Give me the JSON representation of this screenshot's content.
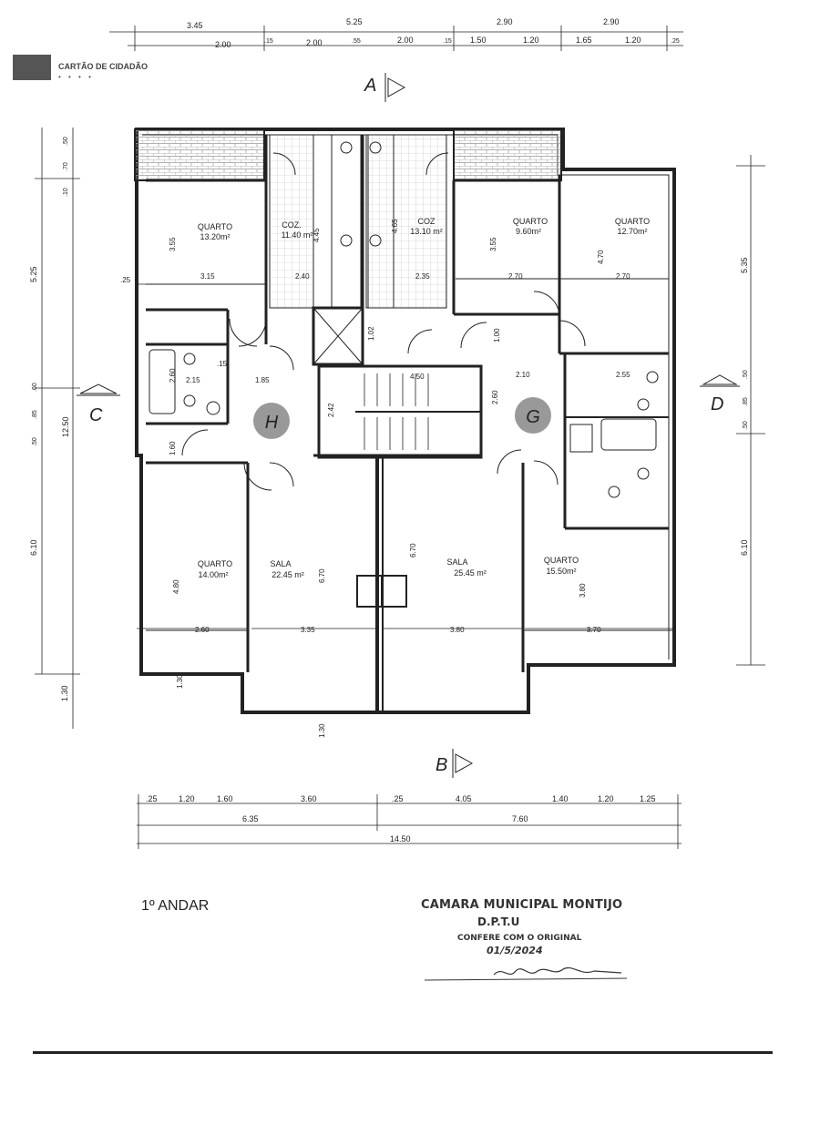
{
  "logo": {
    "text": "CARTÃO DE CIDADÃO",
    "dots": "• • • •"
  },
  "floor_label": "1º ANDAR",
  "stamp": {
    "line1": "CAMARA MUNICIPAL MONTIJO",
    "line2": "D.P.T.U",
    "line3": "CONFERE COM O ORIGINAL",
    "line4": "01/5/2024"
  },
  "sections": {
    "a": "A",
    "b": "B",
    "c": "C",
    "d": "D"
  },
  "apartments": {
    "left": "H",
    "right": "G"
  },
  "rooms": [
    {
      "id": "quarto-nw",
      "name": "QUARTO",
      "area": "13.20m²"
    },
    {
      "id": "coz-left",
      "name": "COZ.",
      "area": "11.40 m²"
    },
    {
      "id": "coz-right",
      "name": "COZ",
      "area": "13.10 m²"
    },
    {
      "id": "quarto-ne1",
      "name": "QUARTO",
      "area": "9.60m²"
    },
    {
      "id": "quarto-ne2",
      "name": "QUARTO",
      "area": "12.70m²"
    },
    {
      "id": "quarto-sw",
      "name": "QUARTO",
      "area": "14.00m²"
    },
    {
      "id": "sala-left",
      "name": "SALA",
      "area": "22.45 m²"
    },
    {
      "id": "sala-right",
      "name": "SALA",
      "area": "25.45 m²"
    },
    {
      "id": "quarto-se",
      "name": "QUARTO",
      "area": "15.50m²"
    }
  ],
  "dims": {
    "top_row1": [
      "3.45",
      "5.25",
      "2.90",
      "2.90"
    ],
    "top_row2": [
      "2.00",
      ".15",
      "2.00",
      ".55",
      "2.00",
      ".15",
      "1.50",
      "1.20",
      "1.65",
      "1.20",
      ".25"
    ],
    "bottom_row1": [
      ".25",
      "1.20",
      "1.60",
      "3.60",
      ".25",
      "4.05",
      "1.40",
      "1.20",
      "1.25"
    ],
    "bottom_row2": [
      "6.35",
      "7.60"
    ],
    "bottom_total": "14.50",
    "left_col": [
      "5.25",
      "12.50",
      "6.10",
      "1.30"
    ],
    "left_small": [
      ".50",
      ".70",
      ".10",
      ".60",
      ".85",
      ".50"
    ],
    "right_col": [
      "5.35",
      "6.10"
    ],
    "right_small": [
      ".50",
      ".85",
      ".50"
    ],
    "interior": [
      "3.15",
      "2.40",
      "2.35",
      "2.70",
      "2.70",
      "2.60",
      "3.35",
      "3.80",
      "3.70",
      "3.55",
      "4.45",
      "4.65",
      "3.55",
      "4.70",
      "2.15",
      "1.85",
      "4.50",
      "2.10",
      "2.55",
      "4.80",
      "6.70",
      "6.70",
      "3.80",
      "2.60",
      "2.42",
      "1.02",
      "1.00",
      "2.60",
      "1.60",
      ".15",
      ".25",
      "1.30",
      "1.30"
    ]
  }
}
